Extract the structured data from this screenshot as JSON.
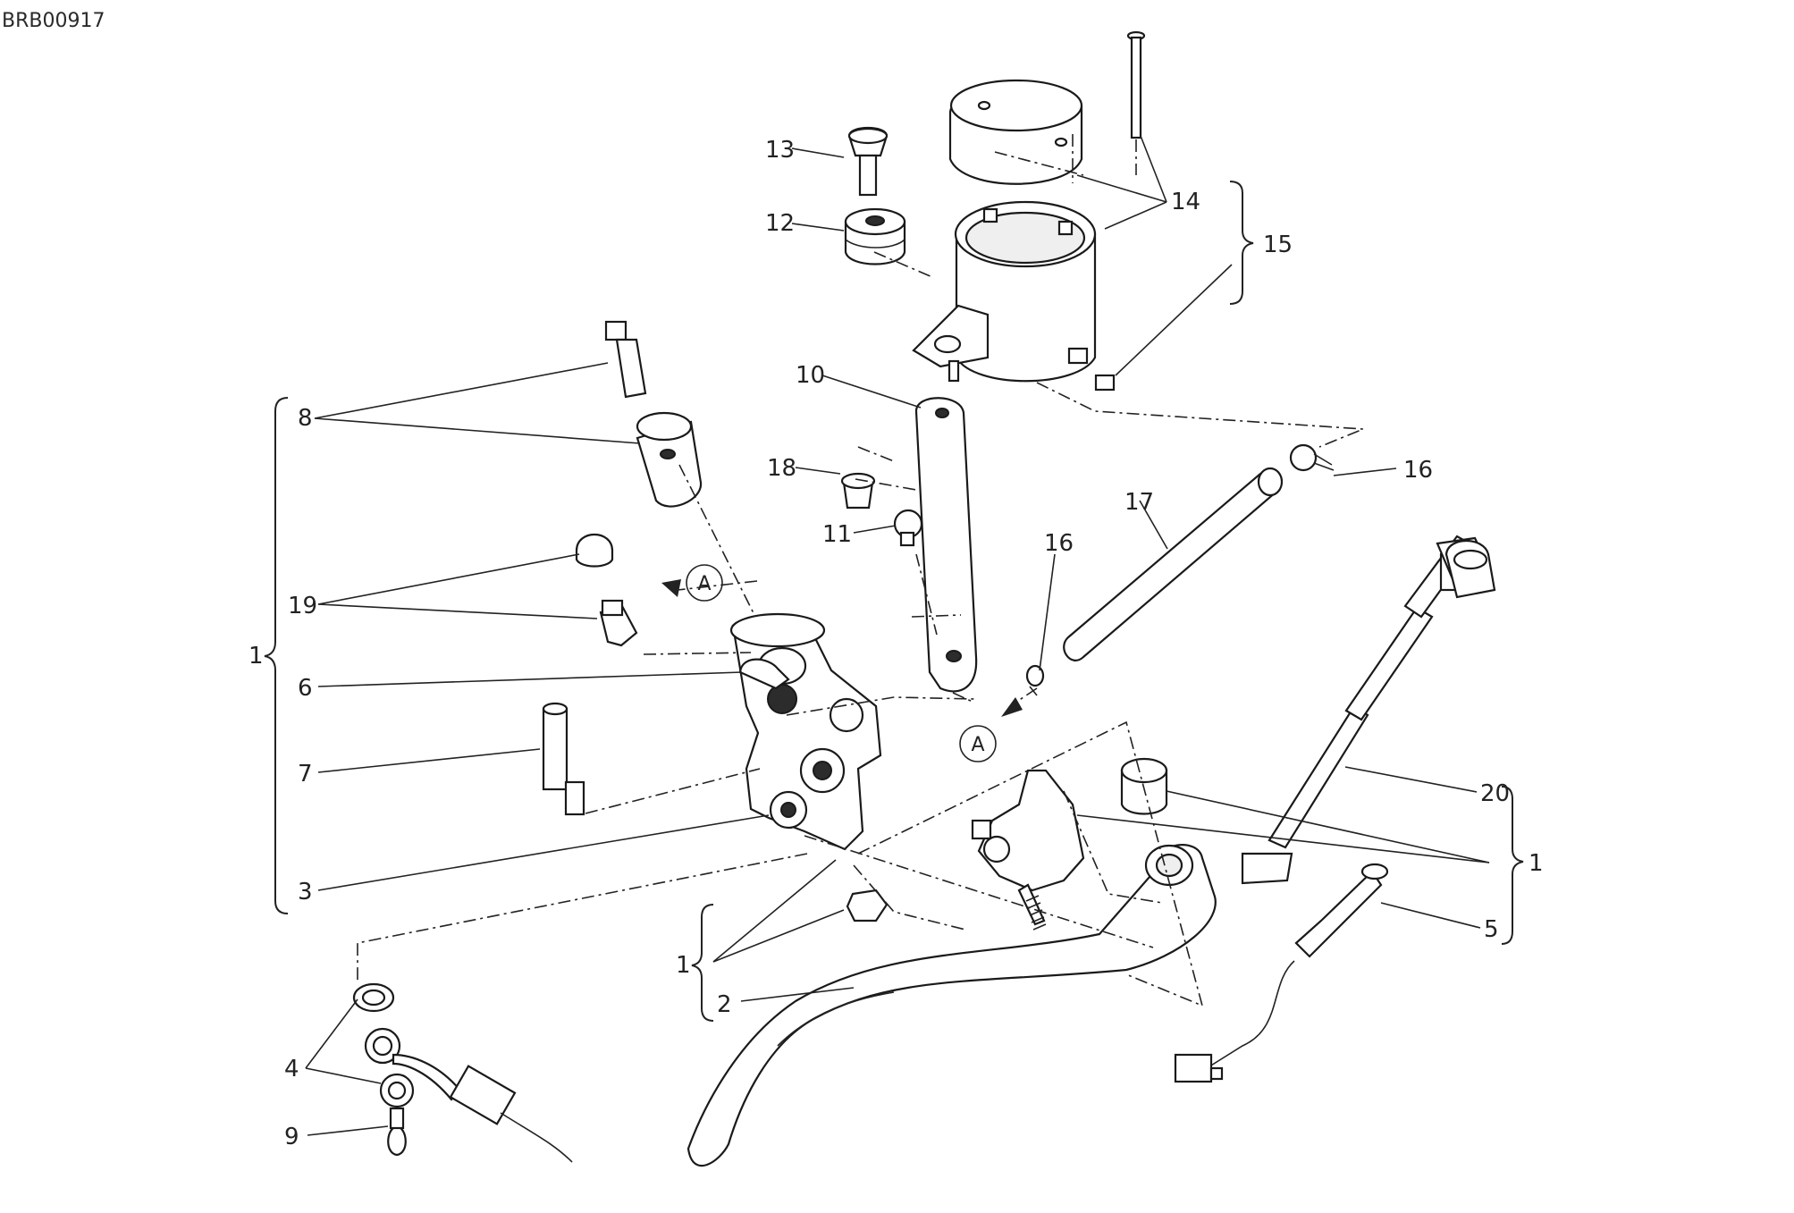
{
  "drawing_code": "BRB00917",
  "reference_letter": "A",
  "callouts": [
    "1",
    "2",
    "3",
    "4",
    "5",
    "6",
    "7",
    "8",
    "9",
    "10",
    "11",
    "12",
    "13",
    "14",
    "15",
    "16",
    "17",
    "18",
    "19",
    "20"
  ],
  "colors": {
    "line": "#222222",
    "background": "#ffffff"
  }
}
